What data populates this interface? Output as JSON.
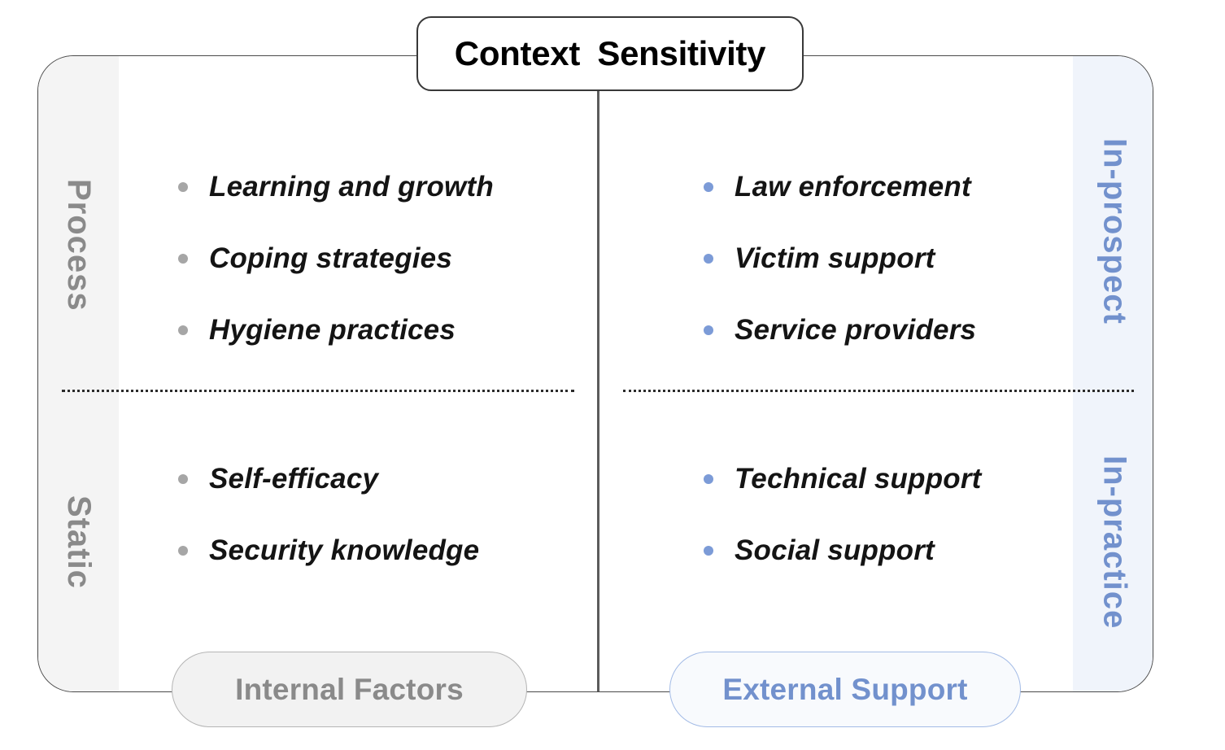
{
  "diagram": {
    "title": "Context Sensitivity",
    "row_labels": {
      "top": "Process",
      "bottom": "Static"
    },
    "right_labels": {
      "top": "In-prospect",
      "bottom": "In-practice"
    },
    "column_footers": {
      "left": "Internal Factors",
      "right": "External Support"
    },
    "quadrants": {
      "top_left": [
        "Learning and growth",
        "Coping strategies",
        "Hygiene practices"
      ],
      "top_right": [
        "Law enforcement",
        "Victim support",
        "Service providers"
      ],
      "bottom_left": [
        "Self-efficacy",
        "Security knowledge"
      ],
      "bottom_right": [
        "Technical support",
        "Social support"
      ]
    },
    "colors": {
      "accent_blue_text": "#7291cd",
      "accent_blue_bullet": "#7c9bd7",
      "accent_blue_border": "#a3bbe6",
      "blue_band_bg": "#f0f4fb",
      "blue_pill_bg": "#f8fafd",
      "gray_text": "#8a8a8a",
      "gray_bullet": "#a6a6a6",
      "gray_band_bg": "#f4f4f4",
      "gray_pill_bg": "#f2f2f2",
      "gray_pill_border": "#b5b5b5",
      "item_text": "#141414",
      "line_color": "#4a4a4a"
    }
  }
}
